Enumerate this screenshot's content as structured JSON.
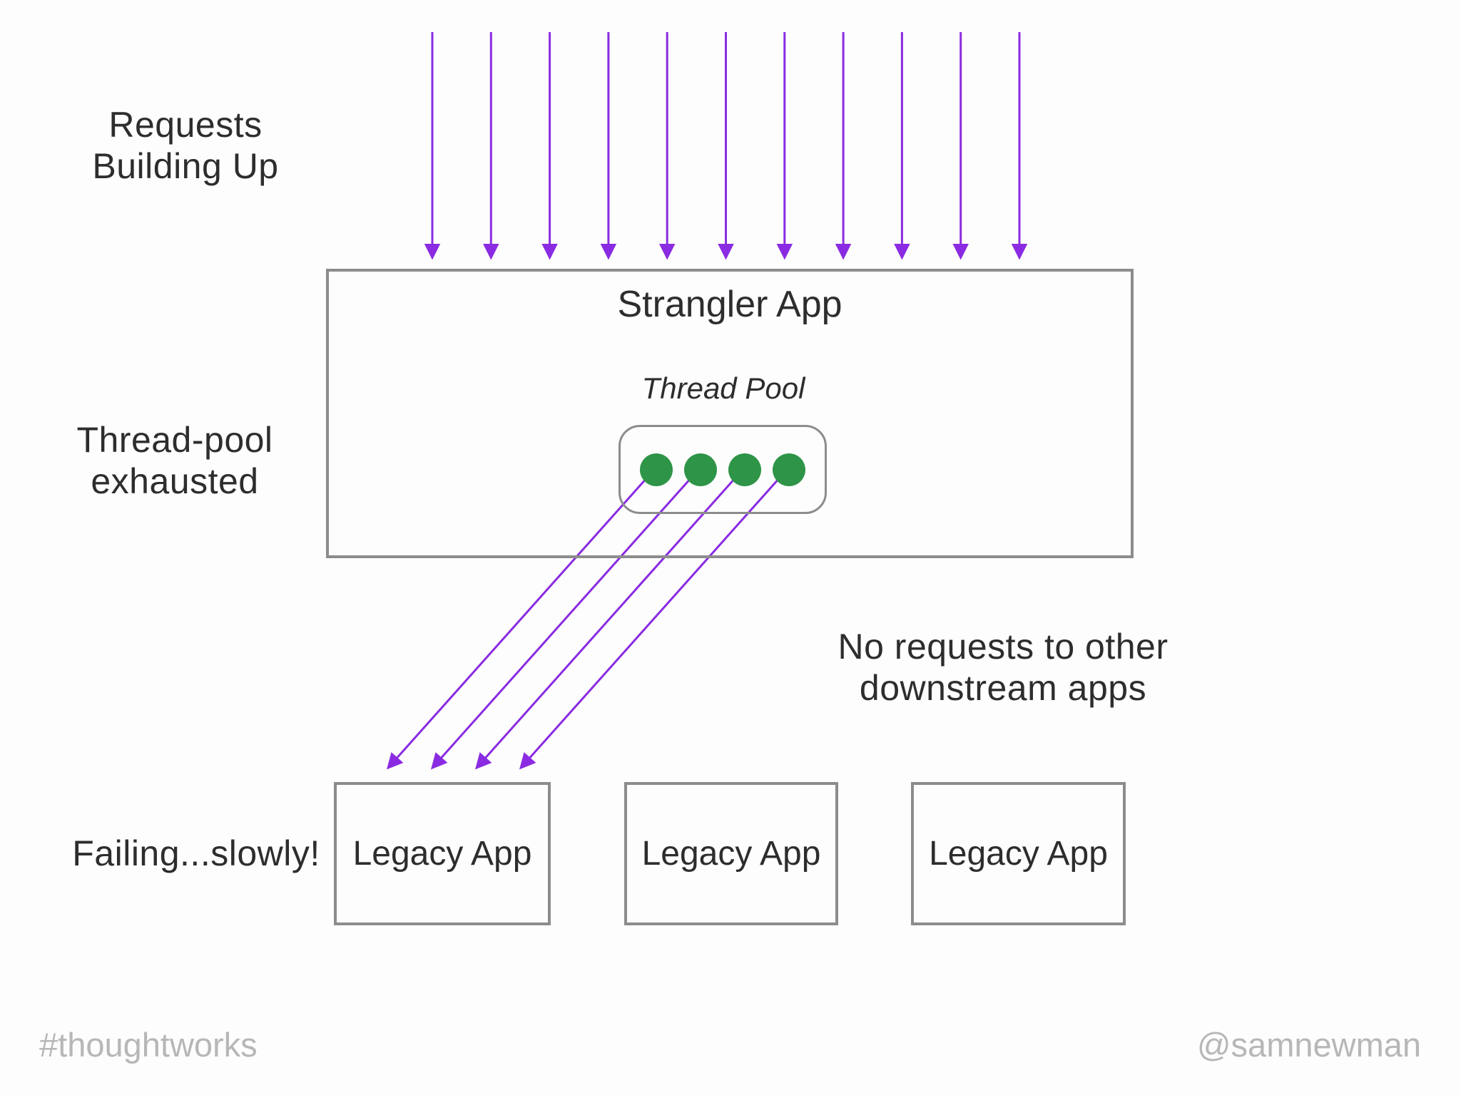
{
  "colors": {
    "arrow": "#8A2BE2",
    "thread_dot": "#2E9447",
    "box_border": "#8C8C8C",
    "text": "#2D2D2D",
    "footer_text": "#B7B7B7"
  },
  "annotations": {
    "requests_line1": "Requests",
    "requests_line2": "Building Up",
    "exhausted_line1": "Thread-pool",
    "exhausted_line2": "exhausted",
    "failing": "Failing...slowly!",
    "no_requests_line1": "No requests to other",
    "no_requests_line2": "downstream apps"
  },
  "strangler": {
    "title": "Strangler App",
    "thread_pool_label": "Thread Pool",
    "thread_count": 4
  },
  "legacy_apps": [
    {
      "label": "Legacy App"
    },
    {
      "label": "Legacy App"
    },
    {
      "label": "Legacy App"
    }
  ],
  "arrows": {
    "incoming_count": 11,
    "outgoing_count": 4
  },
  "footer": {
    "left": "#thoughtworks",
    "right": "@samnewman"
  }
}
